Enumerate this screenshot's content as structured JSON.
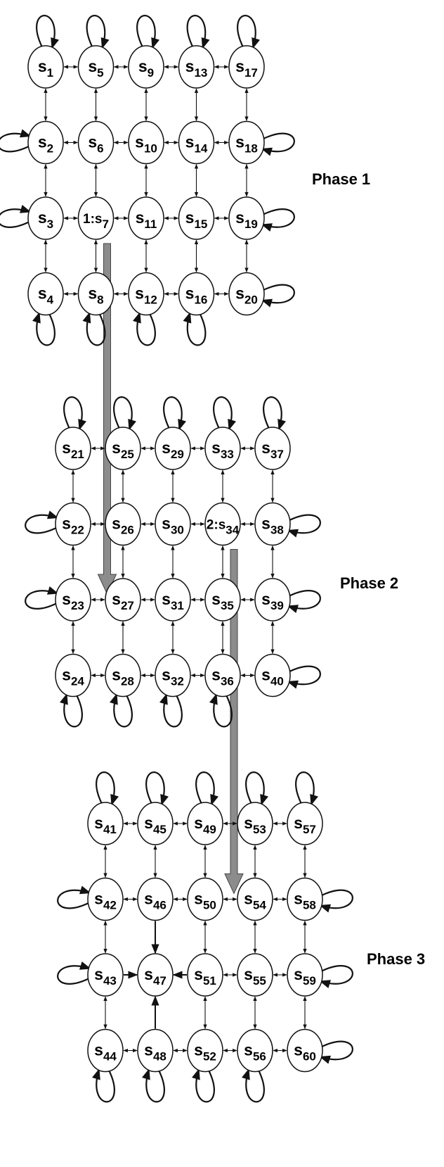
{
  "phases": [
    {
      "label": "Phase 1",
      "states": [
        [
          "1",
          "5",
          "9",
          "13",
          "17"
        ],
        [
          "2",
          "6",
          "10",
          "14",
          "18"
        ],
        [
          "3",
          "1:s7",
          "11",
          "15",
          "19"
        ],
        [
          "4",
          "8",
          "12",
          "16",
          "20"
        ]
      ],
      "strong_arrows": []
    },
    {
      "label": "Phase 2",
      "states": [
        [
          "21",
          "25",
          "29",
          "33",
          "37"
        ],
        [
          "22",
          "26",
          "30",
          "2:s34",
          "38"
        ],
        [
          "23",
          "27",
          "31",
          "35",
          "39"
        ],
        [
          "24",
          "28",
          "32",
          "36",
          "40"
        ]
      ],
      "strong_arrows": []
    },
    {
      "label": "Phase 3",
      "states": [
        [
          "41",
          "45",
          "49",
          "53",
          "57"
        ],
        [
          "42",
          "46",
          "50",
          "54",
          "58"
        ],
        [
          "43",
          "47",
          "51",
          "55",
          "59"
        ],
        [
          "44",
          "48",
          "52",
          "56",
          "60"
        ]
      ],
      "strong_arrows": [
        {
          "from": "46",
          "to": "47"
        },
        {
          "from": "43",
          "to": "47"
        },
        {
          "from": "51",
          "to": "47"
        },
        {
          "from": "48",
          "to": "47"
        }
      ]
    }
  ],
  "transitions": [
    {
      "from": "1:s7",
      "to": "27"
    },
    {
      "from": "2:s34",
      "to": "54"
    }
  ]
}
